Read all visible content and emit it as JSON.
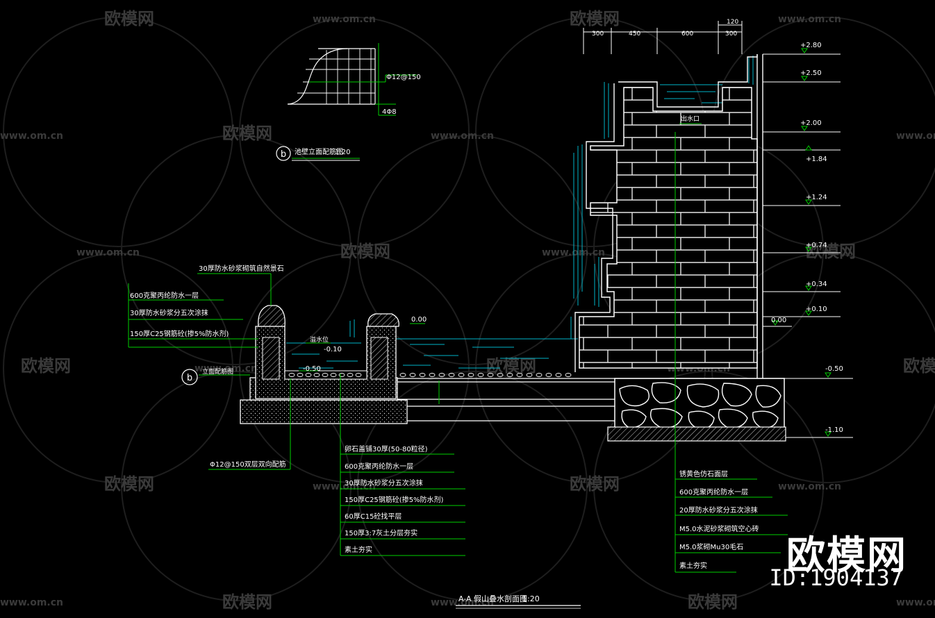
{
  "watermark": {
    "brand": "欧模网",
    "site": "www.om.cn",
    "site_short": "om.cn",
    "id": "ID:1904137",
    "color": "#3a3a3a"
  },
  "detail_b": {
    "marker": "b",
    "title": "池壁立面配筋图",
    "scale": "1:20",
    "rebar_main": "Φ12@150",
    "rebar_dist": "4Φ8"
  },
  "section_aa": {
    "title": "A-A  假山叠水剖面图",
    "scale": "1:20",
    "marker_b": "b",
    "marker_b_label": "立面配筋图",
    "cap_stone": "30厚防水砂浆砌筑自然景石",
    "left_layers": [
      "600克聚丙纶防水一层",
      "30厚防水砂浆分五次涂抹",
      "150厚C25钢筋砼(掺5%防水剂)"
    ],
    "pool_labels": {
      "drain": "溢水位",
      "lvl_minus_010": "-0.10",
      "lvl_minus_050": "-0.50",
      "water_level": "0.00"
    },
    "bottom_rebar": "Φ12@150双层双向配筋",
    "bottom_layers": [
      "卵石盖铺30厚(50-80粒径)",
      "600克聚丙纶防水一层",
      "30厚防水砂浆分五次涂抹",
      "150厚C25钢筋砼(掺5%防水剂)",
      "60厚C15砼找平层",
      "150厚3:7灰土分层夯实",
      "素土夯实"
    ],
    "wall_layers": [
      "锈黄色仿石面层",
      "600克聚丙纶防水一层",
      "20厚防水砂浆分五次涂抹",
      "M5.0水泥砂浆砌筑空心砖",
      "M5.0浆砌Mu30毛石",
      "素土夯实"
    ],
    "outlet": "出水口",
    "top_dims": [
      "300",
      "450",
      "600",
      "300"
    ],
    "top_dim_small": "120",
    "elevations": [
      "+2.80",
      "+2.50",
      "+2.00",
      "+1.84",
      "+1.24",
      "+0.74",
      "+0.34",
      "+0.10",
      "0.00",
      "-0.50",
      "-1.10"
    ]
  },
  "colors": {
    "background": "#000000",
    "line": "#ffffff",
    "leader": "#00d000",
    "water": "#00b4c8",
    "text": "#ffffff"
  }
}
